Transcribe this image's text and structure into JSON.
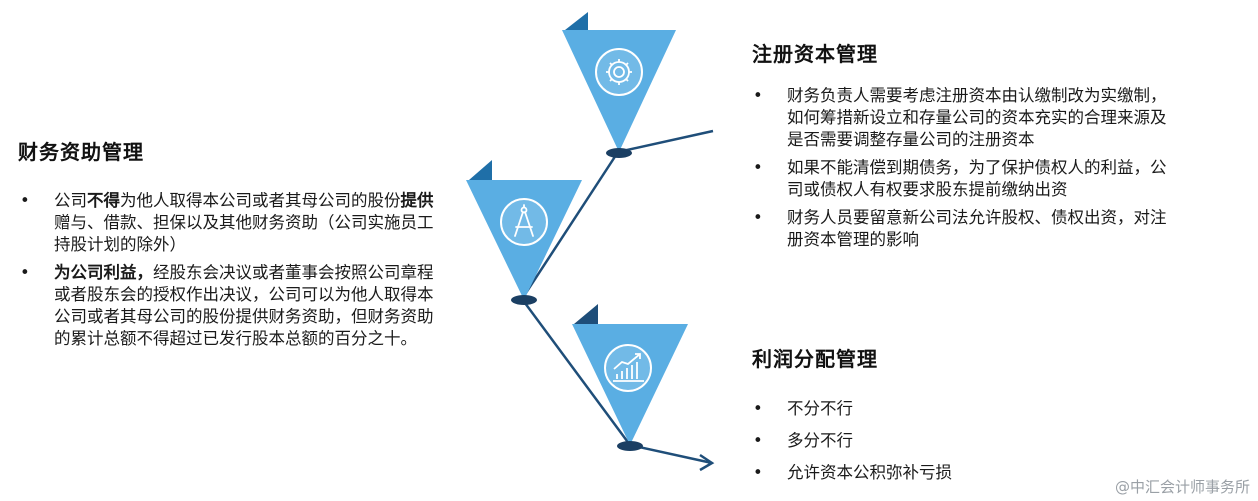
{
  "left": {
    "title": "财务资助管理",
    "items": [
      {
        "parts": [
          {
            "t": "公司",
            "b": false
          },
          {
            "t": "不得",
            "b": true
          },
          {
            "t": "为他人取得本公司或者其母公司的",
            "b": false
          },
          {
            "t": "股份",
            "b": false
          },
          {
            "t": "提供",
            "b": true
          },
          {
            "t": "赠与、借款、担保以及其他财务资助（公司实施员工持股计划的除外）",
            "b": false
          }
        ]
      },
      {
        "parts": [
          {
            "t": "为公司利益，",
            "b": true
          },
          {
            "t": "经股东会决议或者董事会按照公司章程或者股东会的授权作出决议，公司可以为他人取得本公司或者其母公司的股份提供财务资助，但财务资助的累计总额不得超过已发行股本总额的百分之十。",
            "b": false
          }
        ]
      }
    ]
  },
  "right_top": {
    "title": "注册资本管理",
    "items": [
      "财务负责人需要考虑注册资本由认缴制改为实缴制，如何筹措新设立和存量公司的资本充实的合理来源及是否需要调整存量公司的注册资本",
      "如果不能清偿到期债务，为了保护债权人的利益，公司或债权人有权要求股东提前缴纳出资",
      "财务人员要留意新公司法允许股权、债权出资，对注册资本管理的影响"
    ]
  },
  "right_bottom": {
    "title": "利润分配管理",
    "items": [
      "不分不行",
      "多分不行",
      "允许资本公积弥补亏损"
    ]
  },
  "bullet_char": "•",
  "watermark": "@中汇会计师事务所",
  "icons": [
    "gear-icon",
    "compass-icon",
    "growth-chart-icon"
  ],
  "colors": {
    "funnel": "#5aaee3",
    "flag_dark": "#1f6fa8",
    "flag_navy": "#1e4e79",
    "line": "#1f4e79",
    "dot": "#1b3f63"
  }
}
